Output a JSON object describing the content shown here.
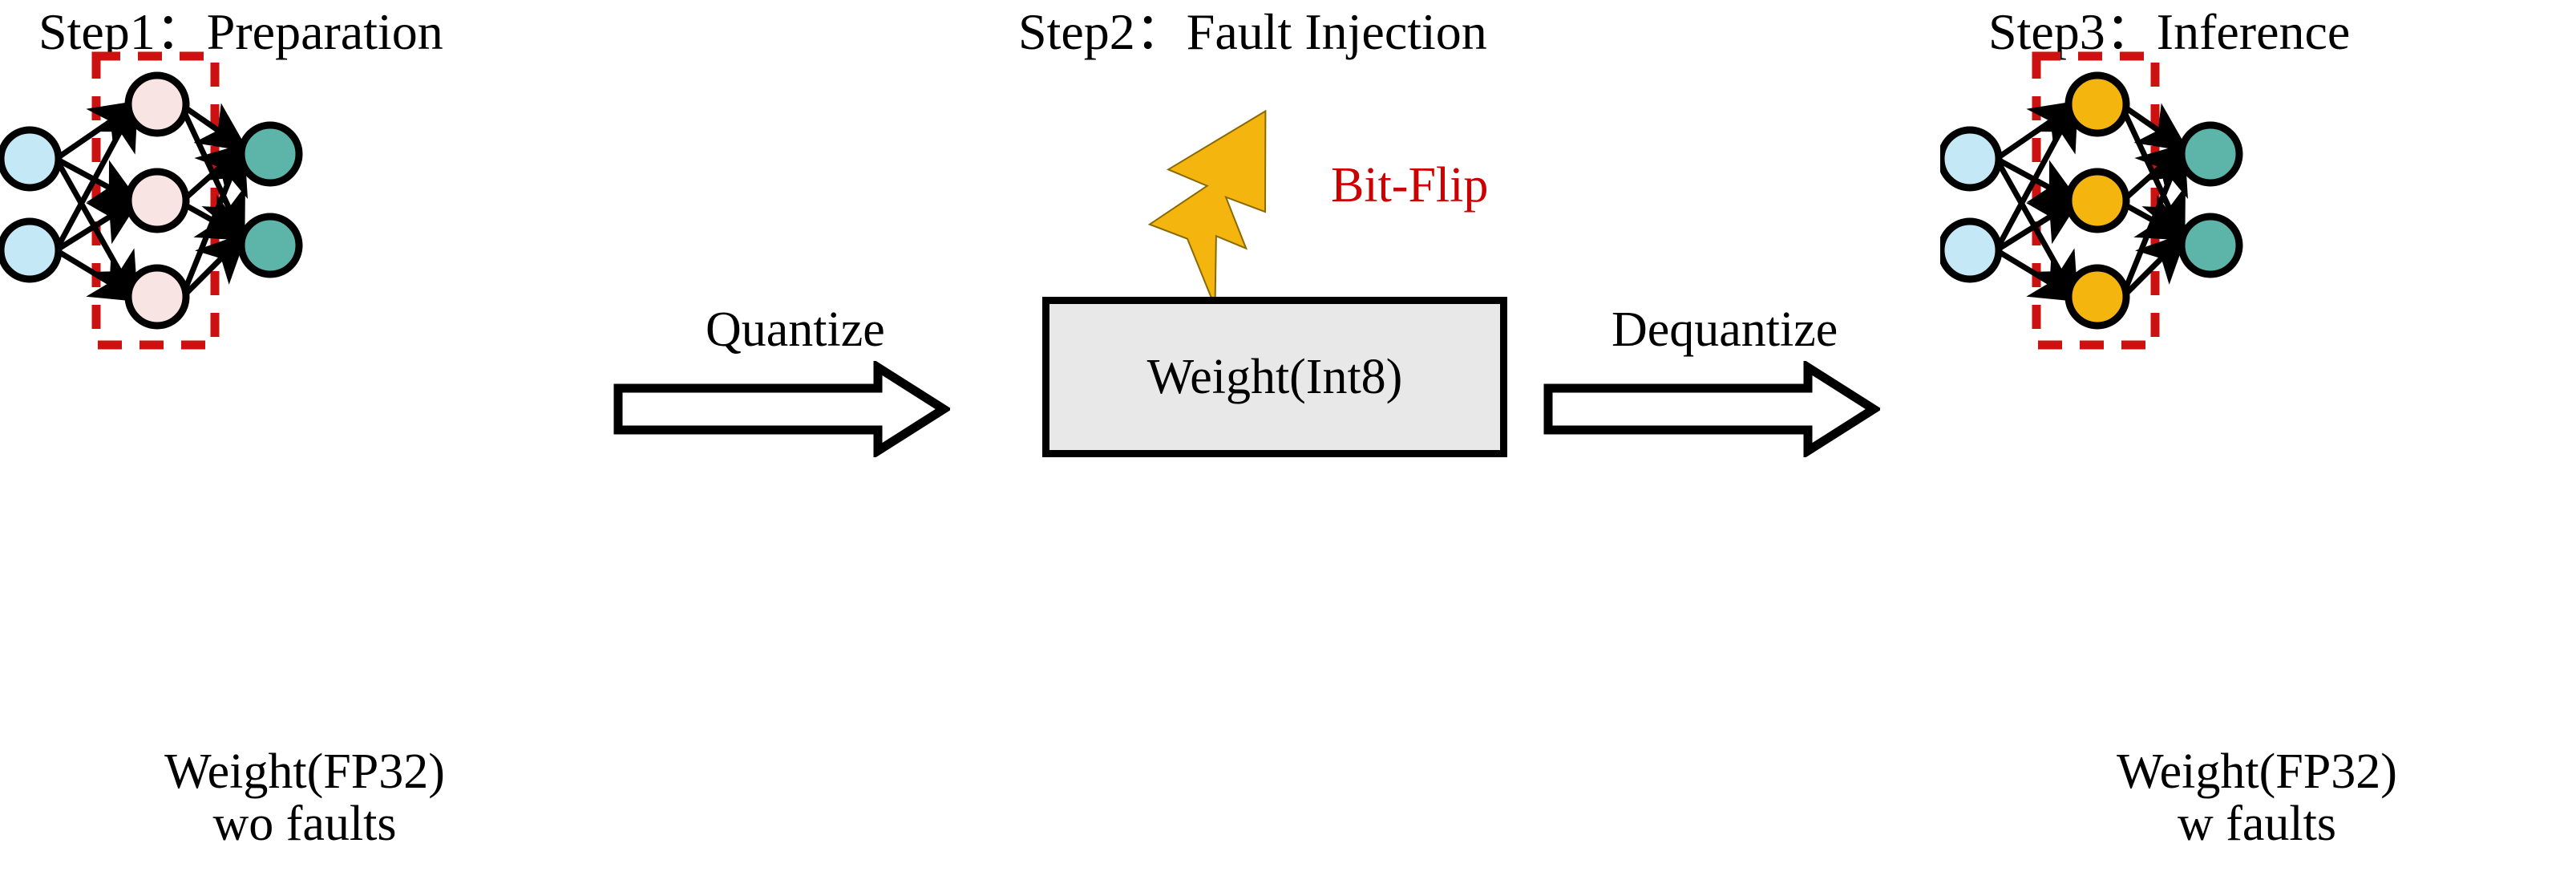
{
  "diagram": {
    "title_step1": "Step1：Preparation",
    "title_step2": "Step2：Fault Injection",
    "title_step3": "Step3：Inference",
    "caption_left_line1": "Weight(FP32)",
    "caption_left_line2": "wo faults",
    "caption_right_line1": "Weight(FP32)",
    "caption_right_line2": "w faults",
    "label_quantize": "Quantize",
    "label_dequantize": "Dequantize",
    "weight_box_label": "Weight(Int8)",
    "bitflip_label": "Bit-Flip"
  },
  "colors": {
    "input_node": "#c5e8f7",
    "hidden_node_clean": "#f8e4e2",
    "hidden_node_faulty": "#f5b50f",
    "output_node": "#5cb5a8",
    "dashed_box": "#cc1111",
    "bolt": "#f5b50f",
    "bitflip_text": "#cc0000",
    "weight_box_fill": "#e8e8e8",
    "stroke": "#000000"
  },
  "network_left": {
    "input_nodes": 2,
    "hidden_nodes": 3,
    "output_nodes": 2,
    "hidden_highlighted": true
  },
  "network_right": {
    "input_nodes": 2,
    "hidden_nodes": 3,
    "output_nodes": 2,
    "hidden_highlighted": true
  },
  "icons": {
    "bolt": "lightning-bolt-icon",
    "arrow_right": "block-arrow-right-icon"
  }
}
